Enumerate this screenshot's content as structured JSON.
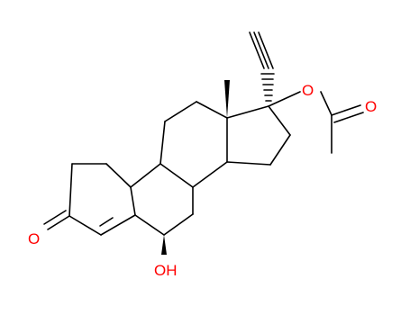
{
  "molecule": {
    "atom_labels": {
      "ketone_oxygen": "O",
      "hydroxyl": "OH",
      "ester_oxygen": "O",
      "carbonyl_oxygen": "O"
    },
    "colors": {
      "bond": "#000000",
      "heteroatom": "#ff0000",
      "background": "#ffffff"
    }
  }
}
